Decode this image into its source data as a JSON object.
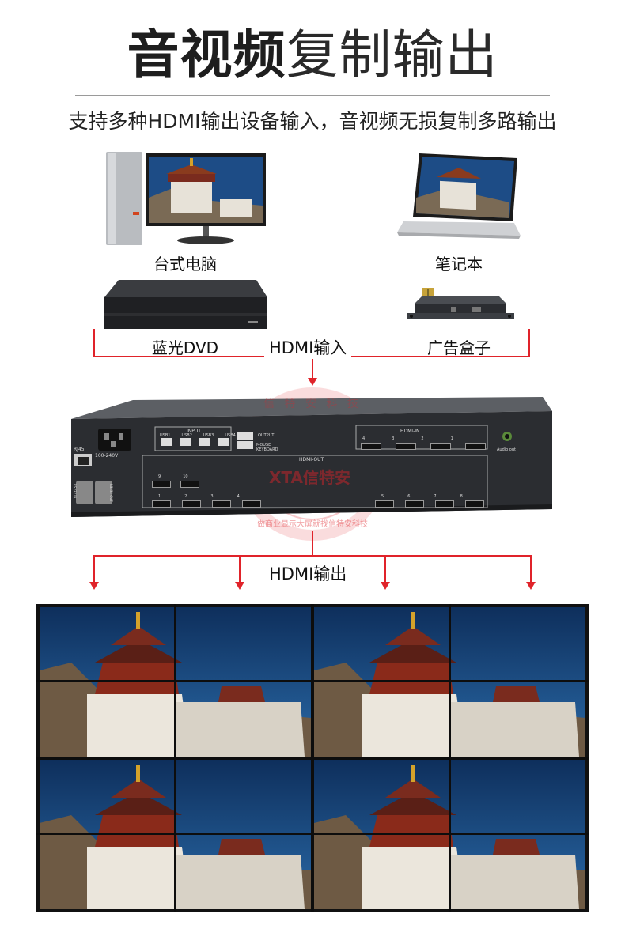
{
  "header": {
    "title_bold": "音视频",
    "title_light": "复制输出",
    "subtitle": "支持多种HDMI输出设备输入，音视频无损复制多路输出"
  },
  "sources": [
    {
      "label": "台式电脑",
      "icon": "desktop-pc-icon"
    },
    {
      "label": "笔记本",
      "icon": "laptop-icon"
    },
    {
      "label": "蓝光DVD",
      "icon": "bluray-dvd-icon"
    },
    {
      "label": "广告盒子",
      "icon": "ad-box-icon"
    }
  ],
  "flow": {
    "input_label": "HDMI输入",
    "output_label": "HDMI输出"
  },
  "device": {
    "power_label": "100-240V",
    "rj45_label": "RJ45",
    "rs232_in": "RS232 IN",
    "rs232_out": "RS232 OUT",
    "input_label": "INPUT",
    "usb_ports": [
      "USB1",
      "USB2",
      "USB3",
      "USB4"
    ],
    "output_label": "OUTPUT",
    "mouse_kb_label": "MOUSE KEYBOARD",
    "hdmi_in_label": "HDMI-IN",
    "hdmi_in_ports": [
      "4",
      "3",
      "2",
      "1"
    ],
    "audio_out_label": "Audio out",
    "hdmi_out_label": "HDMI-OUT",
    "hdmi_out_top": [
      "9",
      "10"
    ],
    "hdmi_out_left": [
      "1",
      "2",
      "3",
      "4"
    ],
    "hdmi_out_right": [
      "5",
      "6",
      "7",
      "8"
    ]
  },
  "watermark": {
    "ring_text": "信 特 安 科 技",
    "logo": "XTA信特安",
    "slogan": "做商业显示大屏就找信特安科技"
  },
  "colors": {
    "accent_red": "#e0232a",
    "device_body": "#2b2d31",
    "sky": "#123a6e"
  }
}
